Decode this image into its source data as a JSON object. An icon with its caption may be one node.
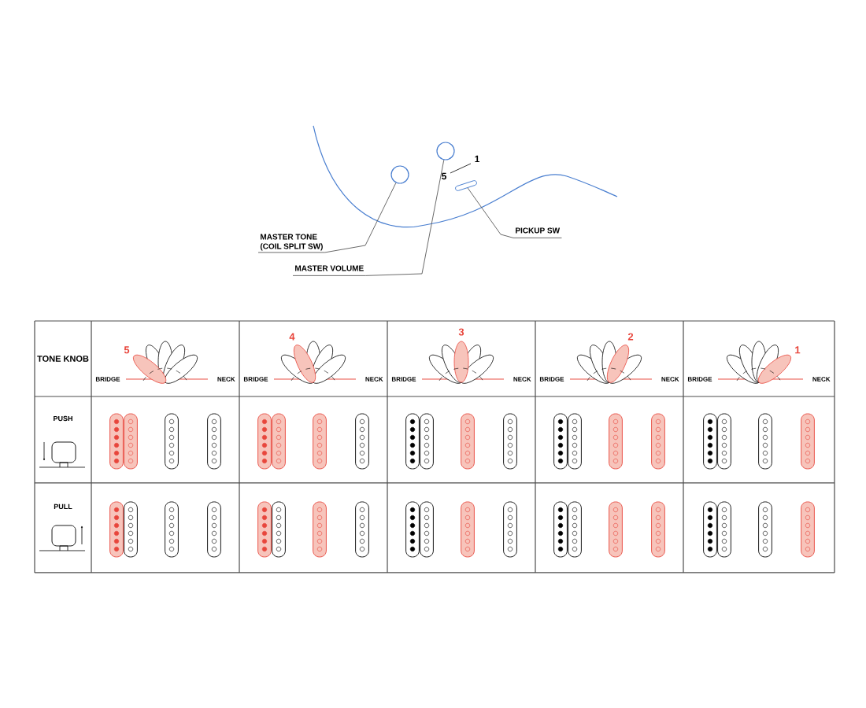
{
  "diagram": {
    "nodes": [
      {
        "text": [
          "MASTER TONE (COIL SPLIT SW)"
        ]
      },
      {
        "text": [
          "MASTER VOLUME"
        ]
      },
      {
        "text": [
          "PICKUP SW"
        ]
      },
      {
        "text": [],
        "shape": "circle"
      },
      {
        "text": [],
        "shape": "circle"
      },
      {
        "text": [],
        "shape": "bar",
        "beside": [
          "5",
          "1"
        ]
      }
    ],
    "edges": [
      {
        "from": 0,
        "to": 3,
        "arrow": "none"
      },
      {
        "from": 1,
        "to": 4,
        "arrow": "none"
      },
      {
        "from": 2,
        "to": 5,
        "arrow": "none"
      }
    ],
    "labels": [
      "TONE KNOB",
      "5",
      "BRIDGE",
      "NECK",
      "4",
      "BRIDGE",
      "NECK",
      "3",
      "BRIDGE",
      "NECK",
      "2",
      "BRIDGE",
      "NECK",
      "1",
      "BRIDGE",
      "NECK",
      "PUSH",
      "PULL"
    ]
  }
}
